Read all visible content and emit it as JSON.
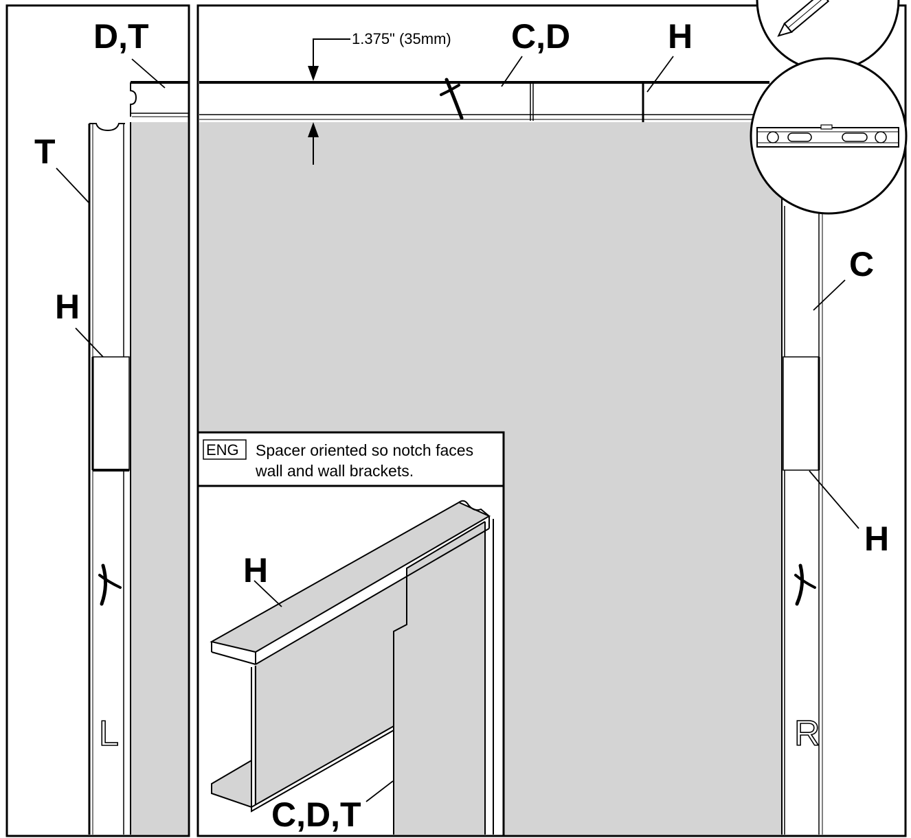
{
  "colors": {
    "panel_gray": "#d4d4d4",
    "line": "#000000",
    "background": "#ffffff"
  },
  "dimension": {
    "text": "1.375\" (35mm)"
  },
  "callouts": {
    "top_left": "D,T",
    "left_upper": "T",
    "left_middle": "H",
    "top_center": "C,D",
    "top_right": "H",
    "right_upper": "C",
    "right_lower": "H",
    "inset_top": "H",
    "inset_bottom": "C,D,T"
  },
  "note": {
    "language": "ENG",
    "line1": "Spacer oriented so notch faces",
    "line2": "wall and wall brackets."
  },
  "side_marks": {
    "left": "L",
    "right": "R"
  },
  "tools": [
    "pencil-icon",
    "level-icon"
  ]
}
